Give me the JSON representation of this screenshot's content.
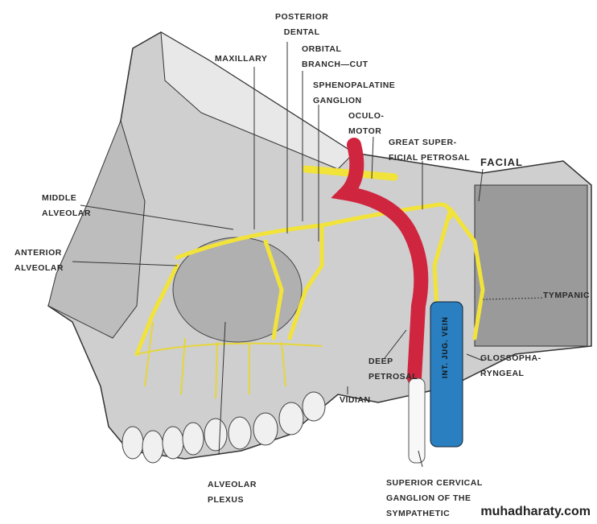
{
  "labels": {
    "posterior_dental": "POSTERIOR\nDENTAL",
    "maxillary": "MAXILLARY",
    "orbital_branch": "ORBITAL\nBRANCH—CUT",
    "sphenopalatine": "SPHENOPALATINE\nGANGLION",
    "oculomotor": "OCULO-\nMOTOR",
    "great_superficial_petrosal": "GREAT SUPER-\nFICIAL PETROSAL",
    "facial": "FACIAL",
    "middle_alveolar": "MIDDLE\nALVEOLAR",
    "anterior_alveolar": "ANTERIOR\nALVEOLAR",
    "tympanic": "TYMPANIC",
    "deep_petrosal": "DEEP\nPETROSAL",
    "glossopharyngeal": "GLOSSOPHA-\nRYNGEAL",
    "vidian": "VIDIAN",
    "alveolar_plexus": "ALVEOLAR\nPLEXUS",
    "superior_cervical": "SUPERIOR CERVICAL\nGANGLION OF THE\nSYMPATHETIC",
    "int_jug_vein": "INT. JUG. VEIN"
  },
  "watermark": "muhadharaty.com",
  "colors": {
    "nerve": "#f2e33a",
    "artery": "#d0253f",
    "vein": "#2a7fc0",
    "bone": "#d8d8d8"
  }
}
